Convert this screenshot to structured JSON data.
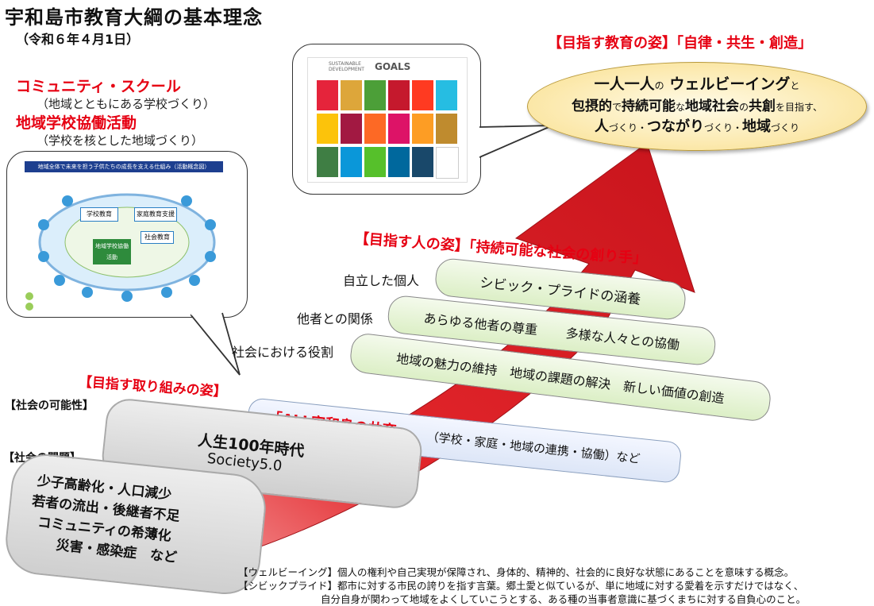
{
  "header": {
    "title": "宇和島市教育大綱の基本理念",
    "date": "（令和６年４月1日）"
  },
  "left_panel": {
    "item1_title": "コミュニティ・スクール",
    "item1_sub": "（地域とともにある学校づくり）",
    "item2_title": "地域学校協働活動",
    "item2_sub": "（学校を核とした地域づくり）"
  },
  "diagram_image": {
    "heading": "地域全体で未来を担う子供たちの成長を支える仕組み（活動概念図）",
    "box_school": "学校教育",
    "box_family": "家庭教育支援",
    "box_social": "社会教育",
    "box_center": "地域学校協働活動"
  },
  "sdgs": {
    "logo_line1": "SUSTAINABLE",
    "logo_line2": "DEVELOPMENT",
    "logo_goals": "GOALS",
    "colors": [
      "#e5243b",
      "#dda63a",
      "#4c9f38",
      "#c5192d",
      "#ff3a21",
      "#26bde2",
      "#fcc30b",
      "#a21942",
      "#fd6925",
      "#dd1367",
      "#fd9d24",
      "#bf8b2e",
      "#3f7e44",
      "#0a97d9",
      "#56c02b",
      "#00689d",
      "#19486a"
    ]
  },
  "aims": {
    "education_label": "【目指す教育の姿】「自律・共生・創造」",
    "goal_line1_a": "一人一人",
    "goal_line1_b": "の",
    "goal_line1_c": "ウェルビーイング",
    "goal_line1_d": "と",
    "goal_line2_a": "包摂的",
    "goal_line2_b": "で",
    "goal_line2_c": "持続可能",
    "goal_line2_d": "な",
    "goal_line2_e": "地域社会",
    "goal_line2_f": "の",
    "goal_line2_g": "共創",
    "goal_line2_h": "を目指す、",
    "goal_line3_a": "人",
    "goal_line3_b": "づくり・",
    "goal_line3_c": "つながり",
    "goal_line3_d": "づくり・",
    "goal_line3_e": "地域",
    "goal_line3_f": "づくり",
    "person_label": "【目指す人の姿】「持続可能な社会の創り手」",
    "row1_label": "自立した個人",
    "row1_text": "シビック・プライドの涵養",
    "row2_label": "他者との関係",
    "row2_text_a": "あらゆる他者の尊重",
    "row2_text_b": "多様な人々との協働",
    "row3_label": "社会における役割",
    "row3_text_a": "地域の魅力の維持",
    "row3_text_b": "地域の課題の解決",
    "row3_text_c": "新しい価値の創造",
    "effort_label": "【目指す取り組みの姿】",
    "effort_main": "「ALL宇和島の共育」",
    "effort_sub": "（学校・家庭・地域の連携・協働）など"
  },
  "society": {
    "possibility_label": "【社会の可能性】",
    "possibility_line1": "人生100年時代",
    "possibility_line2": "Society5.0",
    "problem_label": "【社会の問題】",
    "problem_line1": "少子高齢化・人口減少",
    "problem_line2": "若者の流出・後継者不足",
    "problem_line3": "コミュニティの希薄化",
    "problem_line4": "災害・感染症　など"
  },
  "notes": {
    "line1": "【ウェルビーイング】個人の権利や自己実現が保障され、身体的、精神的、社会的に良好な状態にあることを意味する概念。",
    "line2": "【シビックプライド】都市に対する市民の誇りを指す言葉。郷土愛と似ているが、単に地域に対する愛着を示すだけではなく、",
    "line3": "自分自身が関わって地域をよくしていこうとする、ある種の当事者意識に基づくまちに対する自負心のこと。"
  }
}
